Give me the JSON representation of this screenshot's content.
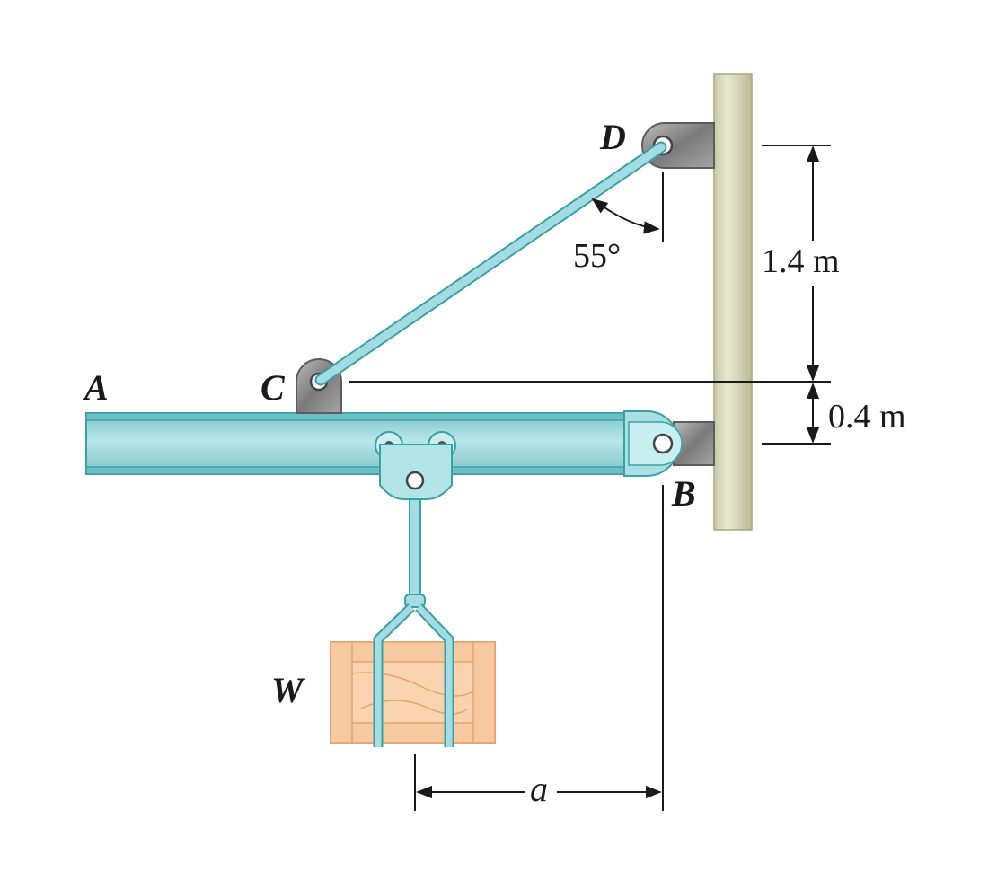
{
  "points": {
    "a": "A",
    "c": "C",
    "d": "D",
    "b": "B",
    "w": "W"
  },
  "dimensions": {
    "angle": "55°",
    "vertical_upper": "1.4 m",
    "vertical_lower": "0.4 m",
    "horizontal": "a"
  },
  "colors": {
    "beam": "#8fd3d6",
    "beam_edge": "#3aa0a6",
    "rod": "#8fd3df",
    "bracket": "#8f8f8f",
    "wall": "#d6d6b8",
    "crate": "#f7c9a0",
    "crate_edge": "#e6a36a"
  }
}
